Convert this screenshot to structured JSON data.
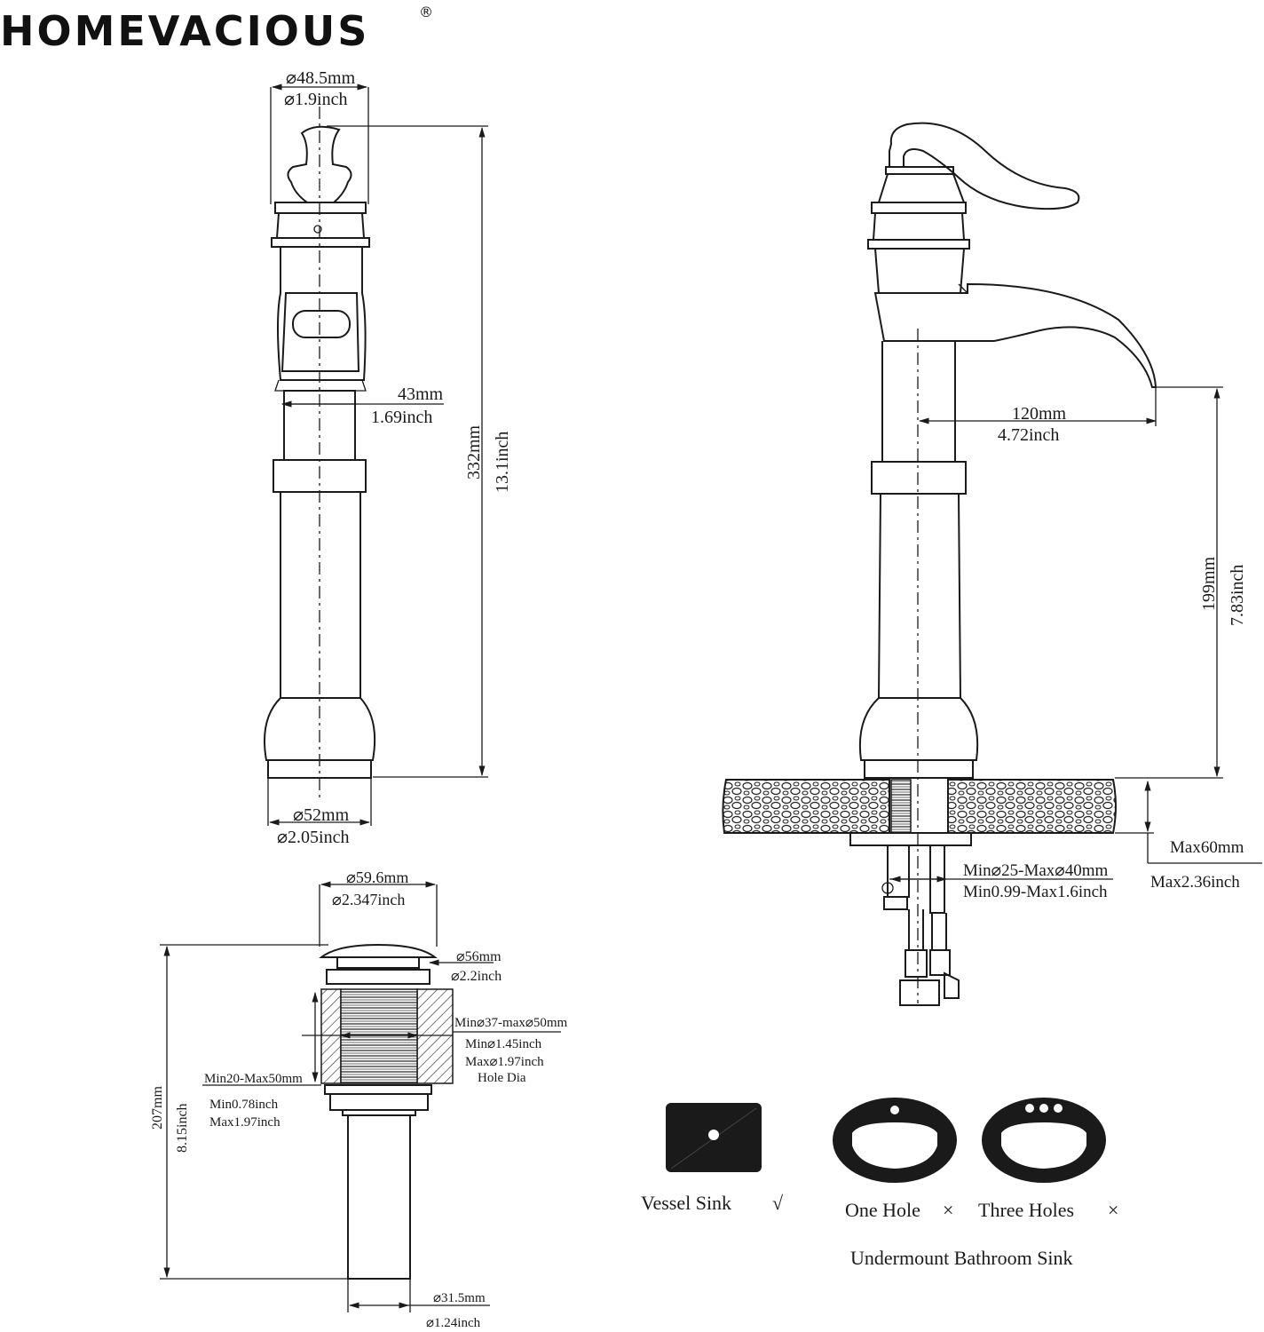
{
  "brand": {
    "name": "HOMEVACIOUS",
    "registered": "®"
  },
  "front_view": {
    "top_dia_mm": "⌀48.5mm",
    "top_dia_in": "⌀1.9inch",
    "body_dia_mm": "43mm",
    "body_dia_in": "1.69inch",
    "height_mm": "332mm",
    "height_in": "13.1inch",
    "base_dia_mm": "⌀52mm",
    "base_dia_in": "⌀2.05inch"
  },
  "side_view": {
    "spout_reach_mm": "120mm",
    "spout_reach_in": "4.72inch",
    "spout_height_mm": "199mm",
    "spout_height_in": "7.83inch",
    "deck_thickness_mm": "Max60mm",
    "deck_thickness_in": "Max2.36inch",
    "hole_mm": "Min⌀25-Max⌀40mm",
    "hole_in": "Min0.99-Max1.6inch"
  },
  "drain": {
    "cap_dia_mm": "⌀59.6mm",
    "cap_dia_in": "⌀2.347inch",
    "flange_mm": "⌀56mm",
    "flange_in": "⌀2.2inch",
    "hole_mm": "Min⌀37-max⌀50mm",
    "hole_in_min": "Min⌀1.45inch",
    "hole_in_max": "Max⌀1.97inch",
    "hole_label": "Hole Dia",
    "thickness_mm": "Min20-Max50mm",
    "thickness_in_min": "Min0.78inch",
    "thickness_in_max": "Max1.97inch",
    "height_mm": "207mm",
    "height_in": "8.15inch",
    "pipe_mm": "⌀31.5mm",
    "pipe_in": "⌀1.24inch"
  },
  "sinks": {
    "vessel_label": "Vessel Sink",
    "vessel_mark": "√",
    "one_hole_label": "One Hole",
    "three_holes_label": "Three Holes",
    "cross_mark": "×",
    "undermount_label": "Undermount Bathroom Sink"
  }
}
